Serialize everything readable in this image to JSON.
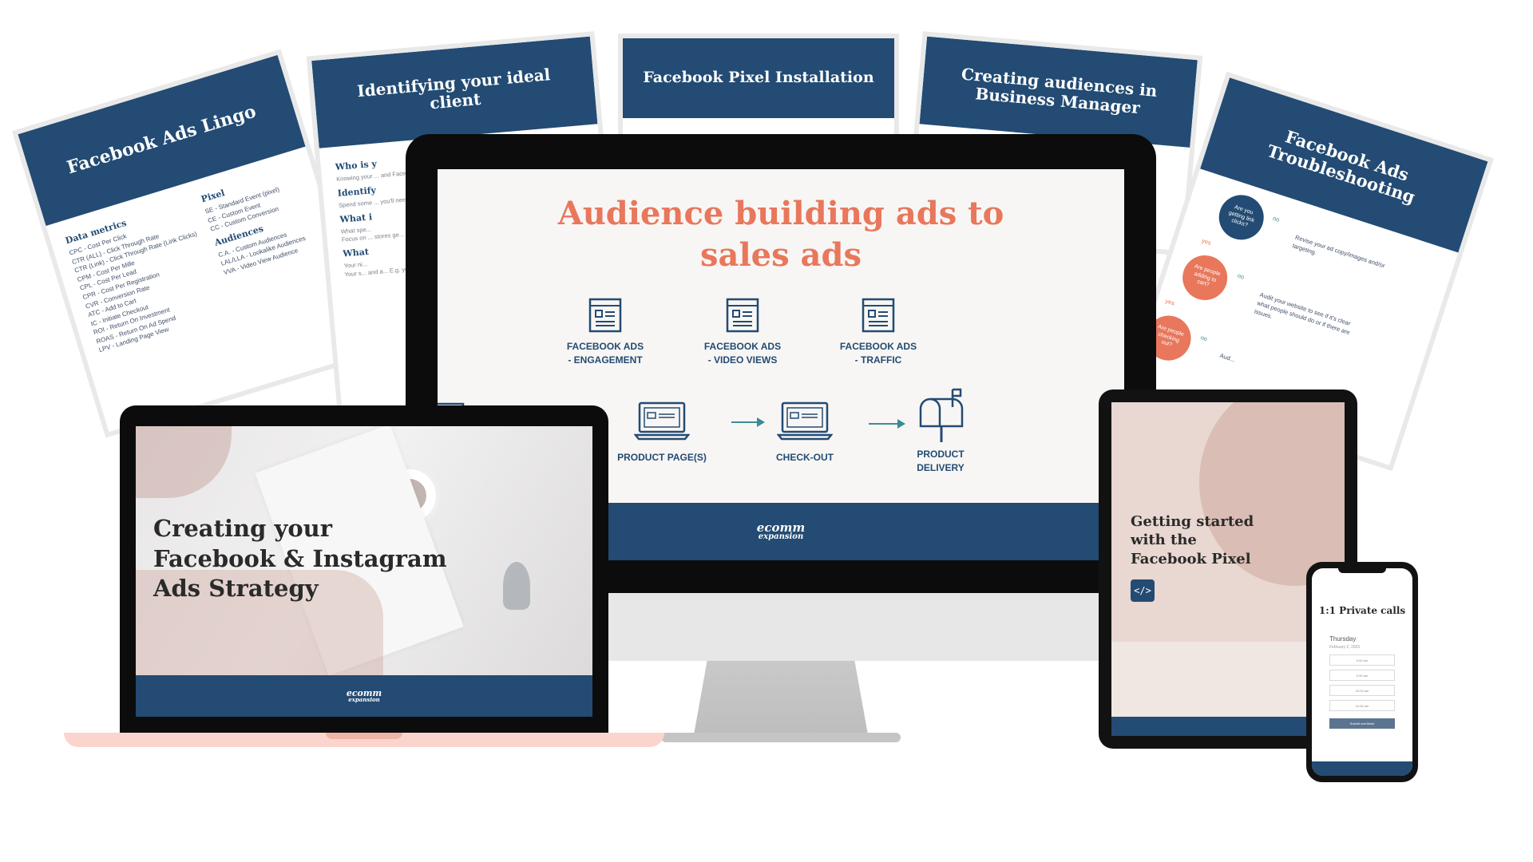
{
  "worksheets": {
    "lingo": {
      "title": "Facebook Ads Lingo",
      "data_heading": "Data metrics",
      "data_items": [
        "CPC - Cost Per Click",
        "CTR (ALL) - Click Through Rate",
        "CTR (Link) - Click Through Rate (Link Clicks)",
        "CPM - Cost Per Mille",
        "CPL - Cost Per Lead",
        "CPR - Cost Per Registration",
        "CVR - Conversion Rate",
        "ATC - Add to Cart",
        "IC - Initiate Checkout",
        "ROI - Return On Investment",
        "ROAS - Return On Ad Spend",
        "LPV - Landing Page View"
      ],
      "pixel_heading": "Pixel",
      "pixel_items": [
        "SE - Standard Event (pixel)",
        "CE - Custom Event",
        "CC - Custom Conversion"
      ],
      "audiences_heading": "Audiences",
      "audiences_items": [
        "C.A. - Custom Audiences",
        "LAL/LLA - Lookalike Audiences",
        "VVA - Video View Audience"
      ]
    },
    "client": {
      "title": "Identifying your ideal client",
      "sections": [
        {
          "heading": "Who is y",
          "text": "Knowing your ... and Facebook..."
        },
        {
          "heading": "Identify",
          "text": "Spend some ... you'll need ..."
        },
        {
          "heading": "What i",
          "text": "What spe..."
        },
        {
          "heading": "",
          "text": "Focus on ... stores ge..."
        },
        {
          "heading": "What",
          "text": "Your ni..."
        },
        {
          "heading": "",
          "text": "Your s... and a... E.g. yo... polym..."
        }
      ]
    },
    "pixel": {
      "title": "Facebook Pixel Installation"
    },
    "audiences": {
      "title": "Creating audiences in Business Manager"
    },
    "troubleshooting": {
      "title": "Facebook Ads Troubleshooting",
      "q1": "Are you getting link clicks?",
      "a1": "Revise your ad copy/images and/or targeting.",
      "q2": "Are people adding to cart?",
      "a2": "Audit your website to see if it's clear what people should do or if there are issues.",
      "q3": "Are people checking out?",
      "a3": "Aud...",
      "no": "no",
      "yes": "yes",
      "colors": {
        "navy": "#234b73",
        "coral": "#e8775c"
      }
    }
  },
  "imac": {
    "title_line1": "Audience building ads to",
    "title_line2": "sales ads",
    "ads": [
      {
        "line1": "FACEBOOK ADS",
        "line2": "- ENGAGEMENT",
        "icon": "webpage-icon"
      },
      {
        "line1": "FACEBOOK ADS",
        "line2": "- VIDEO VIEWS",
        "icon": "webpage-icon"
      },
      {
        "line1": "FACEBOOK ADS",
        "line2": "- TRAFFIC",
        "icon": "webpage-icon"
      }
    ],
    "steps": [
      {
        "label": "PRODUCT PAGE(S)",
        "icon": "laptop-icon"
      },
      {
        "label": "CHECK-OUT",
        "icon": "laptop-icon"
      },
      {
        "label": "PRODUCT",
        "label2": "DELIVERY",
        "icon": "mailbox-icon"
      }
    ],
    "logo_line1": "ecomm",
    "logo_line2": "expansion",
    "colors": {
      "accent": "#e8775c",
      "navy": "#234b73",
      "arrow": "#3a8d94"
    }
  },
  "laptop": {
    "title_line1": "Creating your",
    "title_line2": "Facebook & Instagram",
    "title_line3": "Ads Strategy",
    "logo_line1": "ecomm",
    "logo_line2": "expansion"
  },
  "tablet": {
    "title_line1": "Getting started",
    "title_line2": "with the",
    "title_line3": "Facebook Pixel",
    "code_symbol": "</>"
  },
  "phone": {
    "title": "1:1 Private calls",
    "day": "Thursday",
    "date": "February 2, 2023",
    "slots": [
      "9:00 am",
      "9:30 am",
      "10:00 am",
      "10:30 am"
    ],
    "button": "Submit and finish"
  }
}
